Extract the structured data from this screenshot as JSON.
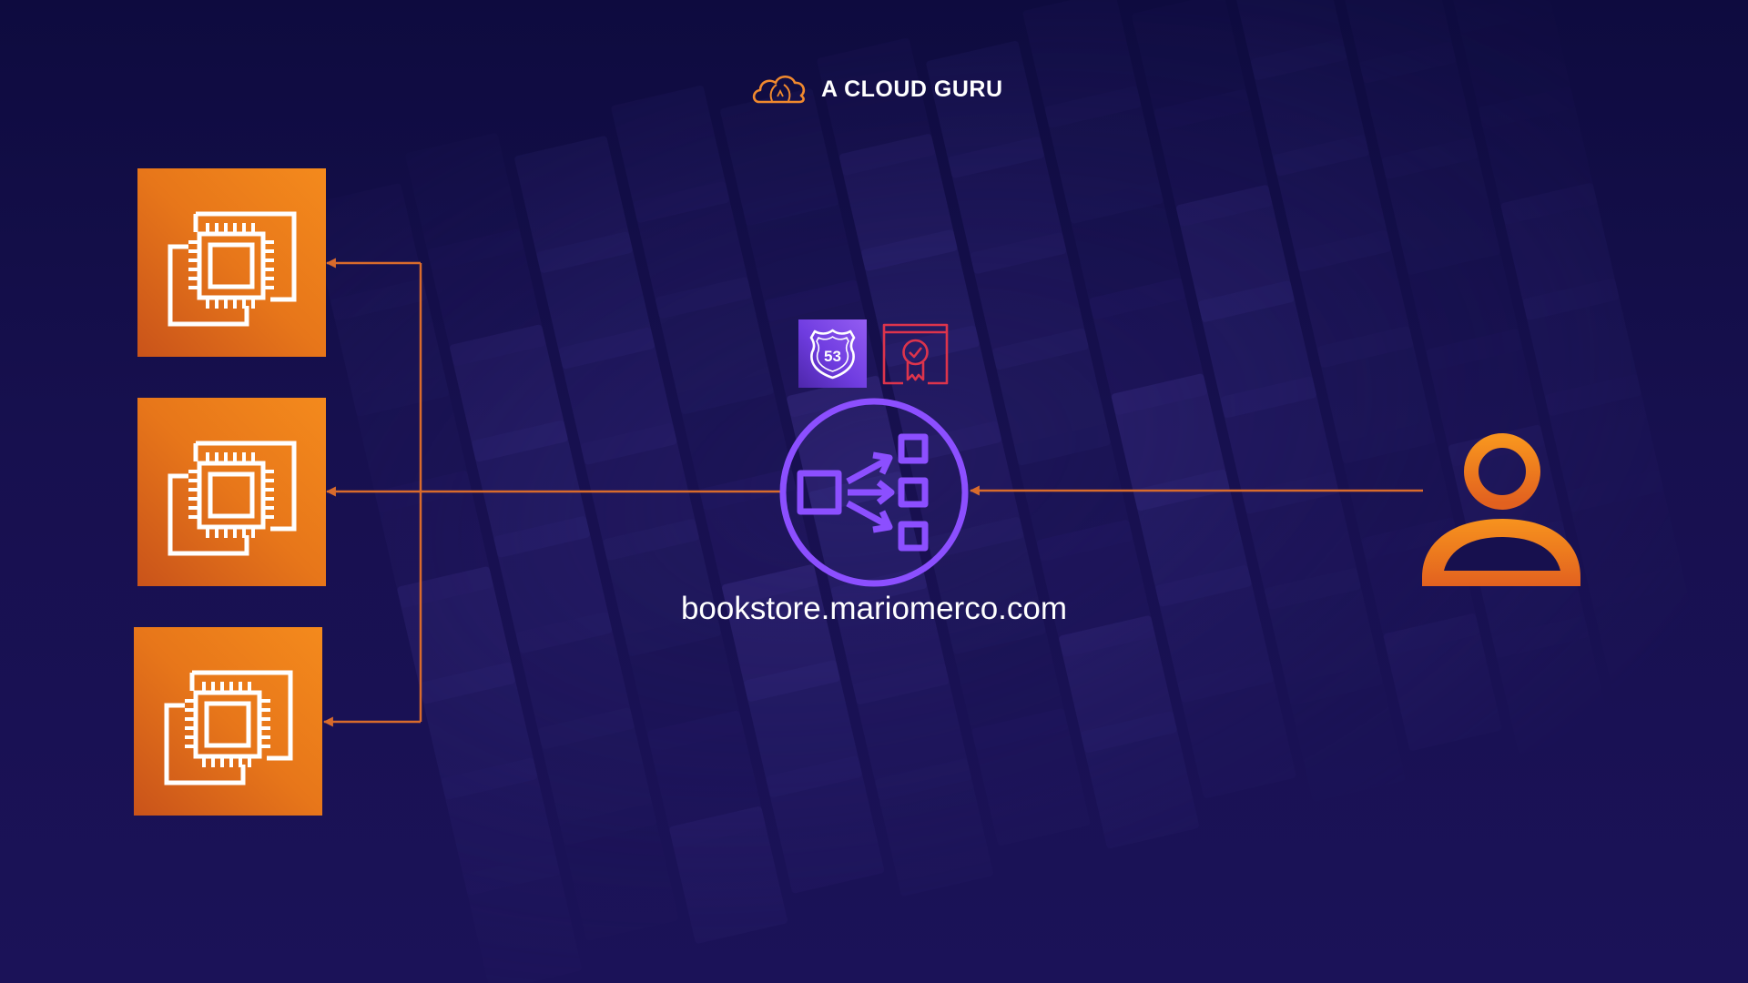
{
  "brand": {
    "name": "A CLOUD GURU",
    "logo_icon": "cloud-logo-icon",
    "logo_color": "#f0892e"
  },
  "diagram": {
    "domain_label": "bookstore.mariomerco.com",
    "nodes": [
      {
        "id": "ec2-1",
        "icon": "ec2-instance-icon"
      },
      {
        "id": "ec2-2",
        "icon": "ec2-instance-icon"
      },
      {
        "id": "ec2-3",
        "icon": "ec2-instance-icon"
      },
      {
        "id": "route53",
        "icon": "route53-icon",
        "text": "53"
      },
      {
        "id": "acm",
        "icon": "certificate-manager-icon"
      },
      {
        "id": "load-balancer",
        "icon": "application-load-balancer-icon"
      },
      {
        "id": "user",
        "icon": "user-icon"
      }
    ],
    "edges": [
      {
        "from": "user",
        "to": "load-balancer"
      },
      {
        "from": "load-balancer",
        "to": "ec2-1"
      },
      {
        "from": "load-balancer",
        "to": "ec2-2"
      },
      {
        "from": "load-balancer",
        "to": "ec2-3"
      }
    ]
  },
  "colors": {
    "background": "#16104e",
    "compute_orange": "#e7761a",
    "arrow": "#d86b2c",
    "purple": "#8c4fff",
    "certificate_red": "#dd344c",
    "user_orange": "#f08a1d",
    "text": "#ffffff"
  }
}
